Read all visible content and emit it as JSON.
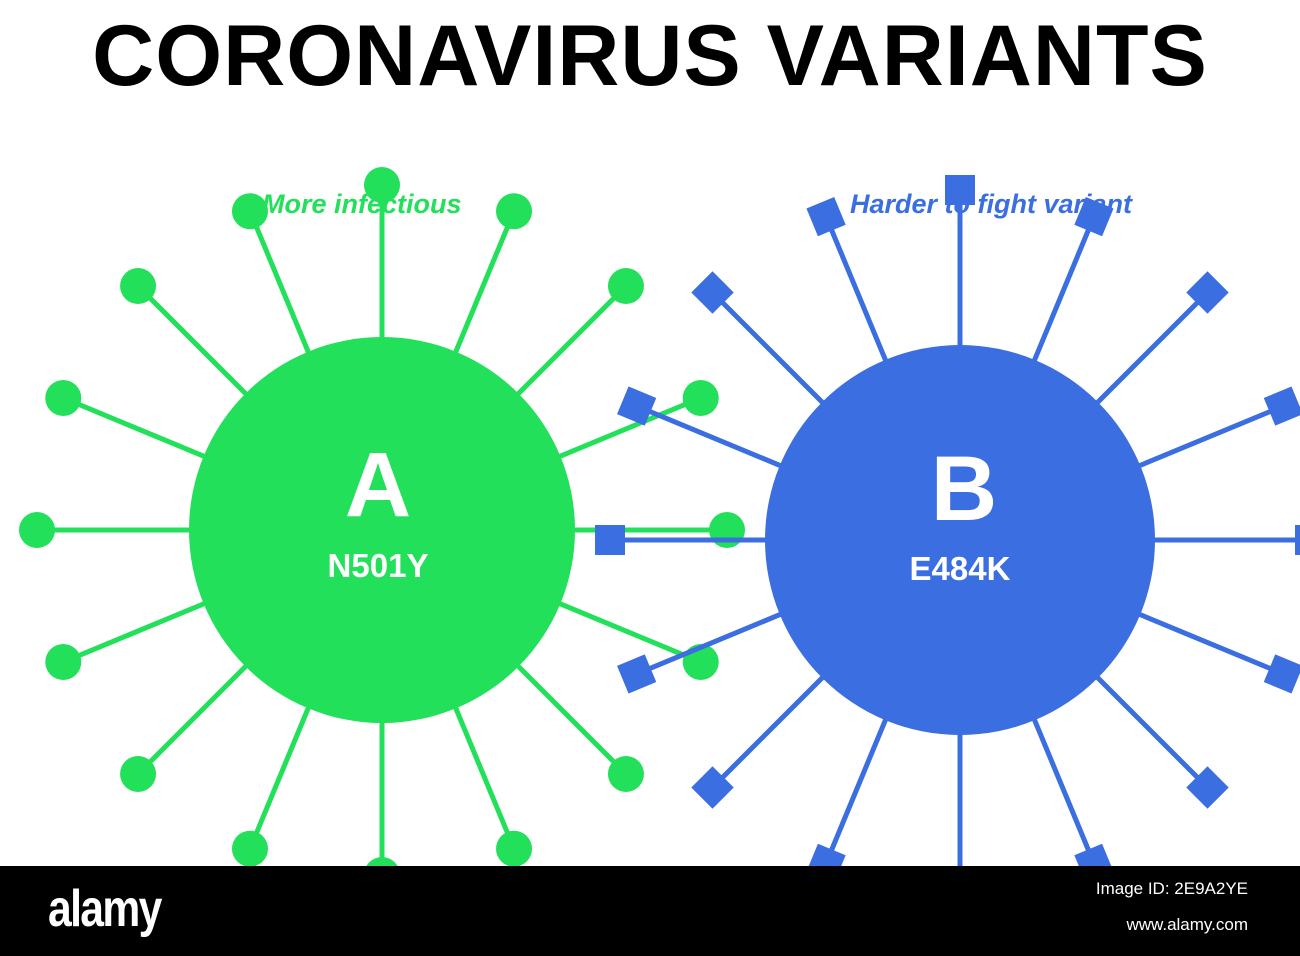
{
  "title": "CORONAVIRUS VARIANTS",
  "variants": [
    {
      "caption": "More infectious",
      "letter": "A",
      "mutation": "N501Y",
      "color": "#22e05a",
      "spike_tip": "circle"
    },
    {
      "caption": "Harder to fight variant",
      "letter": "B",
      "mutation": "E484K",
      "color": "#3b6ee0",
      "spike_tip": "square"
    }
  ],
  "watermark": {
    "brand": "alamy",
    "image_id": "Image ID: 2E9A2YE",
    "site": "www.alamy.com"
  }
}
